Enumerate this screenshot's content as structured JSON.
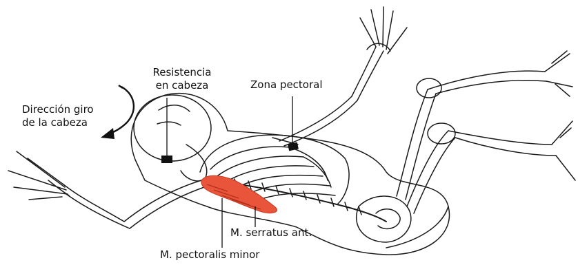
{
  "labels": {
    "direccion_line1": "Dirección giro",
    "direccion_line2": "de la cabeza",
    "resistencia_line1": "Resistencia",
    "resistencia_line2": "en cabeza",
    "zona_pectoral": "Zona pectoral",
    "serratus": "M. serratus ant.",
    "pectoralis": "M. pectoralis minor"
  },
  "colors": {
    "muscle": "#e8553a",
    "outline": "#1a1a1a",
    "marker": "#111111"
  }
}
